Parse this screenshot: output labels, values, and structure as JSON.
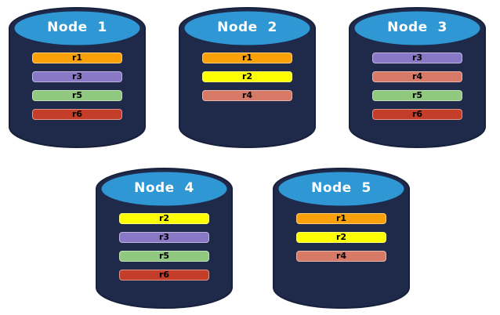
{
  "diagram": {
    "background": "#ffffff",
    "colors": {
      "cylinder_body": "#1f2a4a",
      "cylinder_outline": "#17213d",
      "cylinder_top": "#2e97d4",
      "title_text": "#ffffff",
      "bar_text": "#000000"
    },
    "replica_colors": {
      "r1": "#faa109",
      "r2": "#fdff00",
      "r3": "#8878c6",
      "r4": "#d67a67",
      "r5": "#8fc87e",
      "r6": "#c43d28"
    },
    "nodes": [
      {
        "title": "Node  1",
        "replicas": [
          "r1",
          "r3",
          "r5",
          "r6"
        ]
      },
      {
        "title": "Node  2",
        "replicas": [
          "r1",
          "r2",
          "r4"
        ]
      },
      {
        "title": "Node  3",
        "replicas": [
          "r3",
          "r4",
          "r5",
          "r6"
        ]
      },
      {
        "title": "Node  4",
        "replicas": [
          "r2",
          "r3",
          "r5",
          "r6"
        ]
      },
      {
        "title": "Node  5",
        "replicas": [
          "r1",
          "r2",
          "r4"
        ]
      }
    ]
  }
}
